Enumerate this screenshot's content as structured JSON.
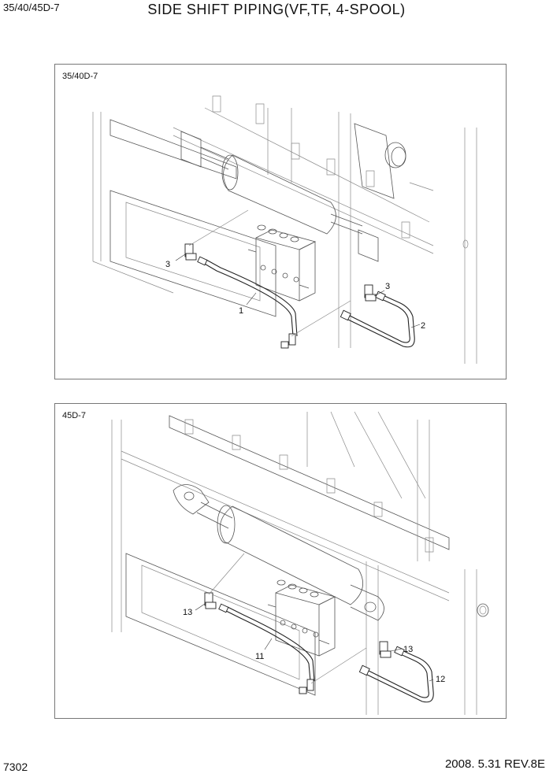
{
  "header": {
    "model": "35/40/45D-7",
    "title": "SIDE SHIFT PIPING(VF,TF, 4-SPOOL)"
  },
  "footer": {
    "page": "7302",
    "revision": "2008. 5.31  REV.8E"
  },
  "panels": [
    {
      "label": "35/40D-7",
      "callouts": [
        "1",
        "2",
        "3",
        "3"
      ]
    },
    {
      "label": "45D-7",
      "callouts": [
        "11",
        "12",
        "13",
        "13"
      ]
    }
  ]
}
